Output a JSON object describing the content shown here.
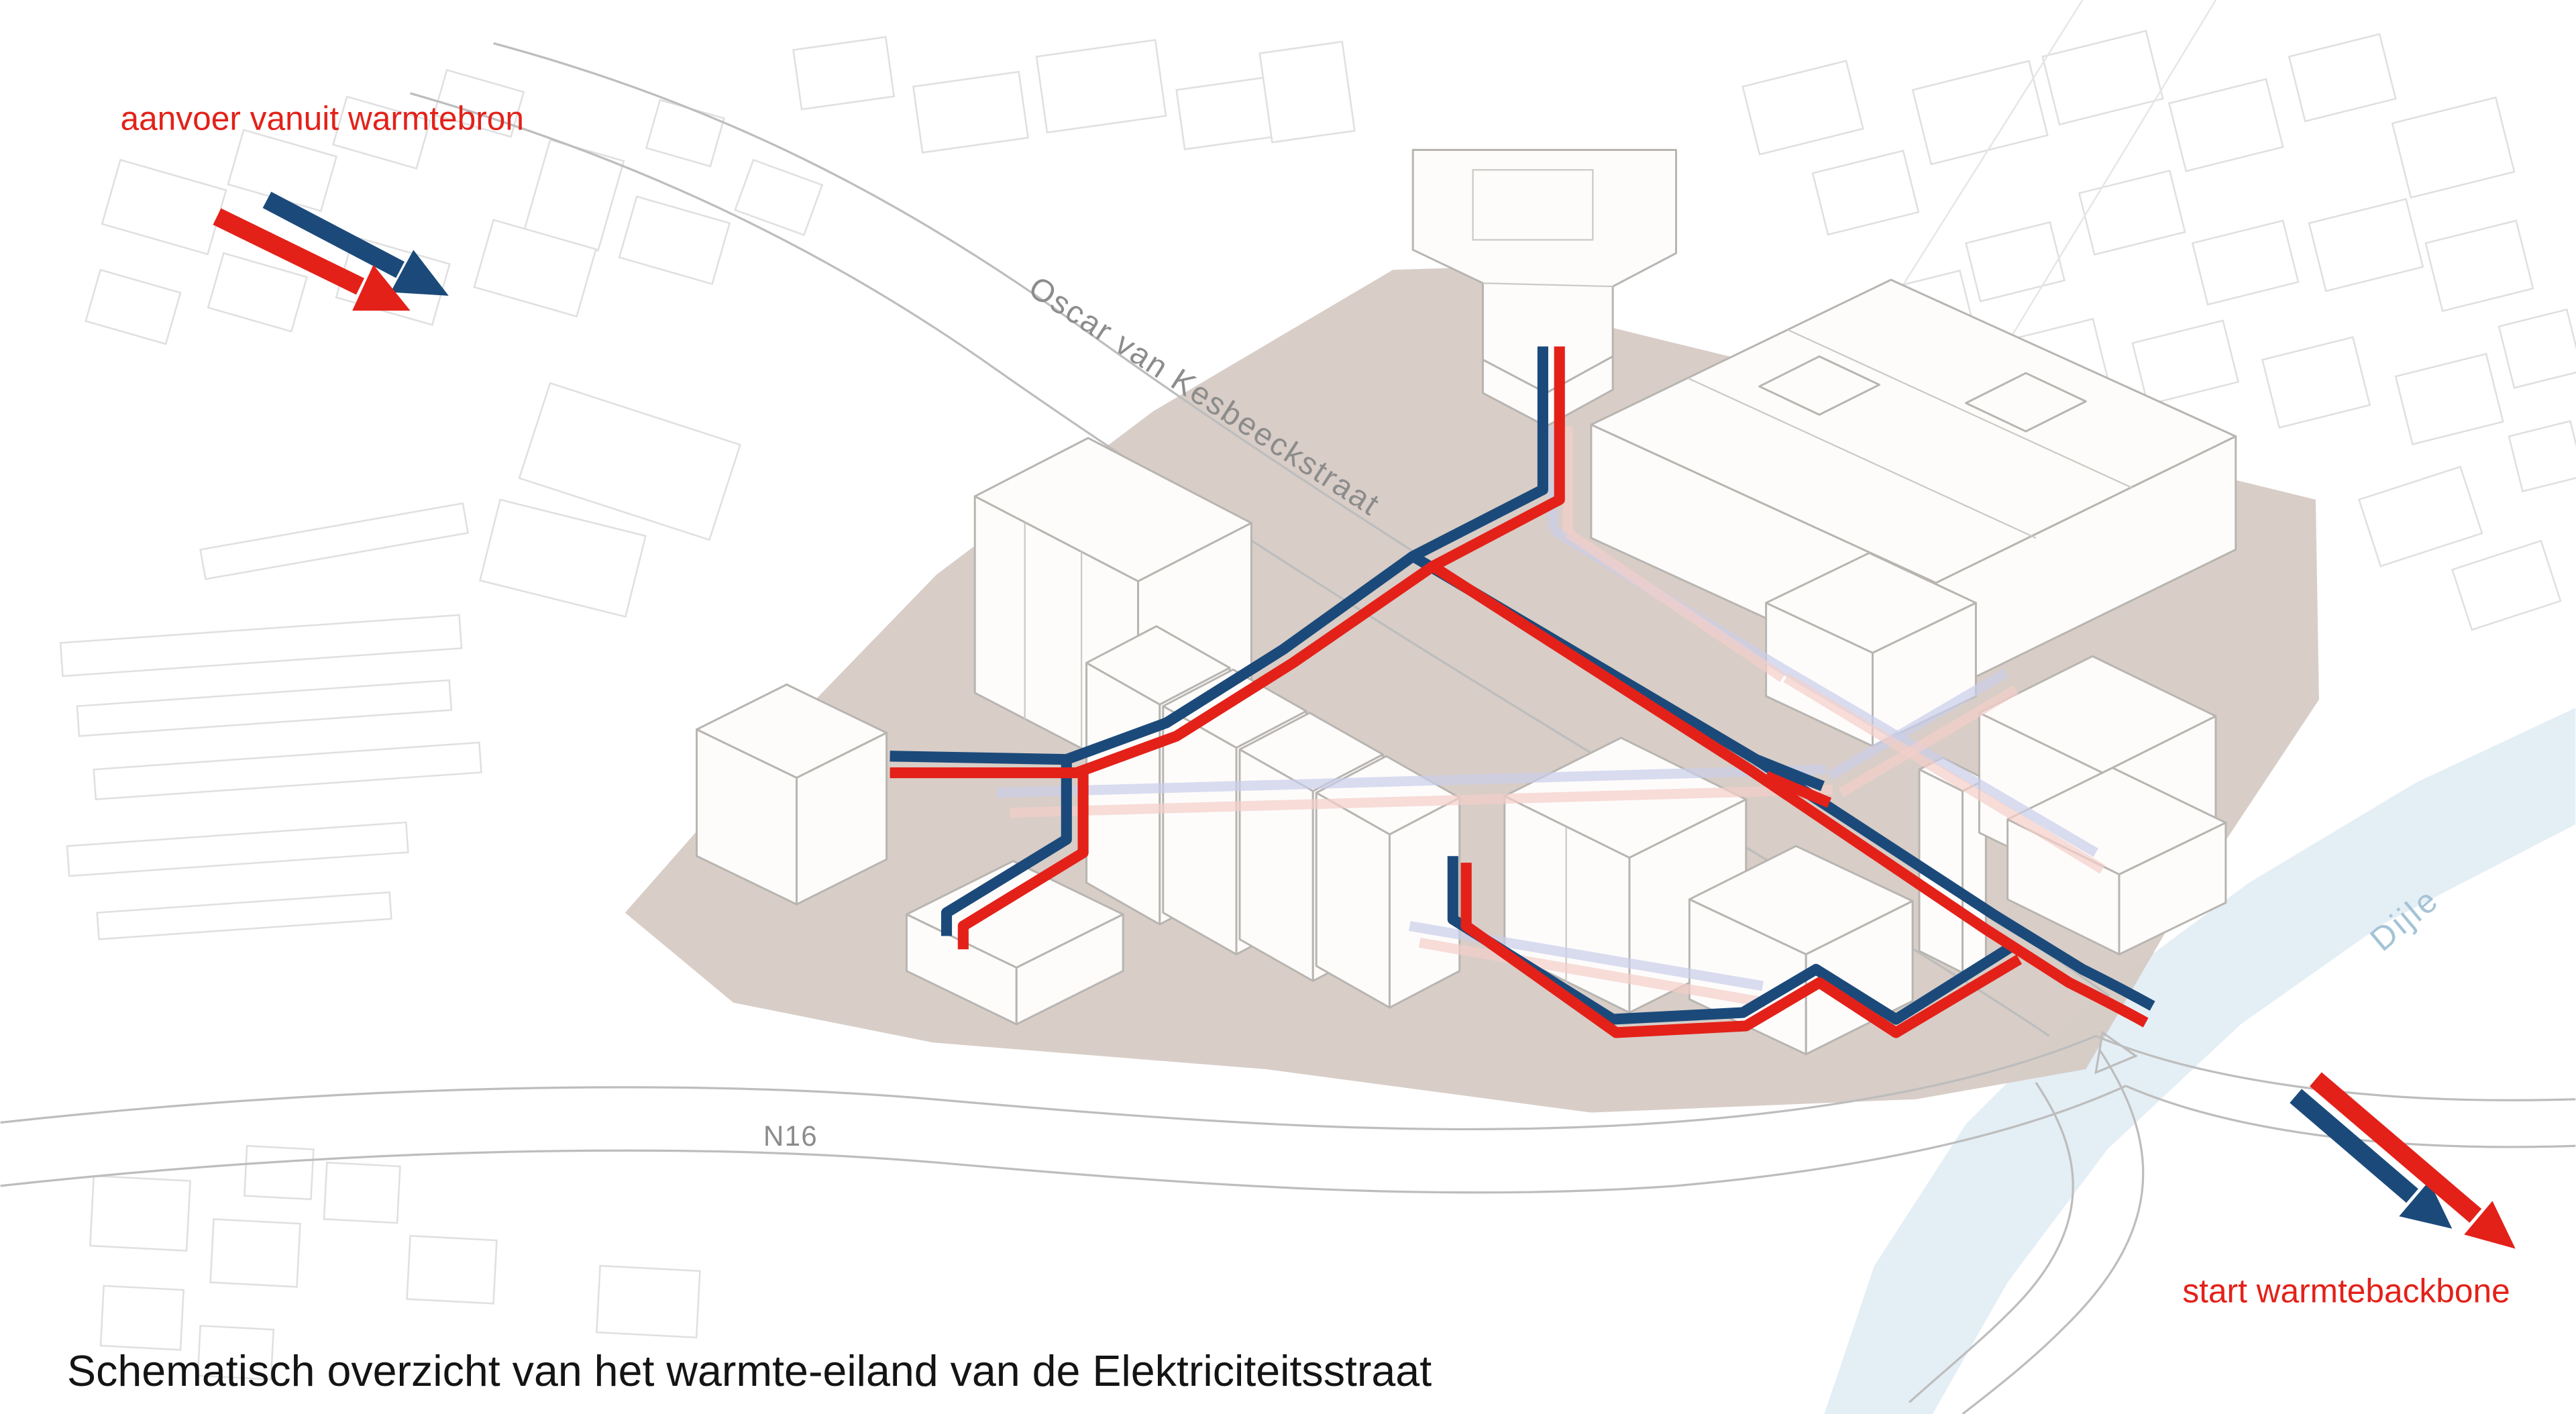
{
  "figure": {
    "caption": "Schematisch overzicht van het warmte-eiland van de Elektriciteitsstraat"
  },
  "annotations": {
    "heat_source_supply": "aanvoer vanuit warmtebron",
    "backbone_start": "start warmtebackbone"
  },
  "map_labels": {
    "street": "Oscar van Kesbeeckstraat",
    "highway": "N16",
    "river": "Dijle"
  },
  "colors": {
    "supply_red": "#e32119",
    "return_blue": "#1b4a7a",
    "faded_supply_pink": "#f3cfc9",
    "faded_return_lavender": "#c9cfe9",
    "island_ground_taupe": "#d6cac4",
    "river_light_blue": "#e4eef5",
    "map_outline_gray": "#dadada",
    "road_outline_gray": "#bdbdbd",
    "street_label_gray": "#8c8c8c",
    "river_label_blue": "#a5c3d6",
    "caption_text": "#141414"
  }
}
